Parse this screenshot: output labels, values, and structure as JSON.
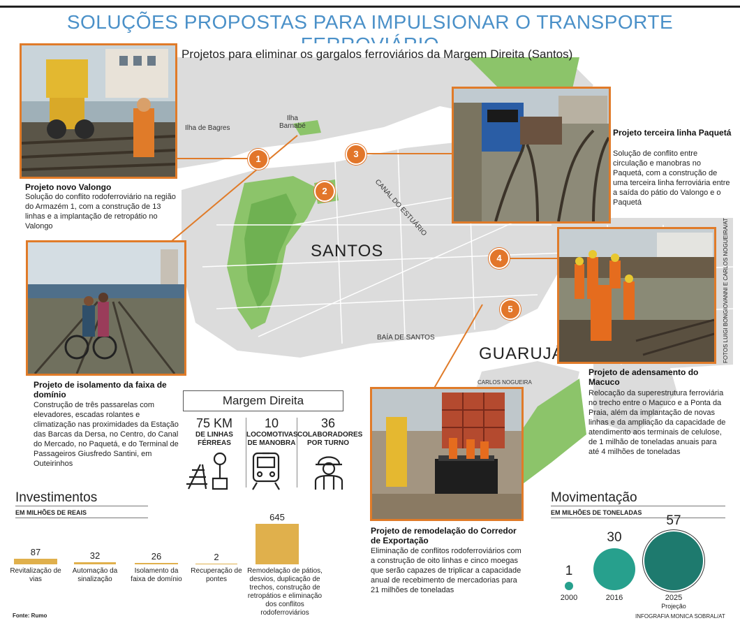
{
  "title": "SOLUÇÕES PROPOSTAS PARA IMPULSIONAR O TRANSPORTE FERROVIÁRIO",
  "map": {
    "subtitle": "Projetos para eliminar os gargalos ferroviários da Margem Direita (Santos)",
    "labels": {
      "ilha_bagres": "Ilha de Bagres",
      "ilha_barnabe": "Ilha\nBarnabé",
      "canal": "CANAL DO ESTUÁRIO",
      "santos": "SANTOS",
      "baia": "BAÍA DE SANTOS",
      "guaruja": "GUARUJÁ",
      "carlos": "CARLOS NOGUEIRA"
    },
    "colors": {
      "land": "#dcdcdc",
      "green": "#8cc46a",
      "water": "#ffffff",
      "accent": "#e2762a"
    }
  },
  "markers": [
    "1",
    "2",
    "3",
    "4",
    "5"
  ],
  "projects": {
    "p1": {
      "title": "Projeto novo Valongo",
      "desc": "Solução do conflito rodoferroviário na região do Armazém 1, com a construção de 13 linhas e a implantação de retropátio no Valongo"
    },
    "p2": {
      "title": "Projeto de isolamento da faixa de domínio",
      "desc": "Construção de três passarelas com elevadores, escadas rolantes e climatização nas proximidades da Estação das Barcas da Dersa, no Centro, do Canal do Mercado, no Paquetá, e do Terminal de Passageiros Giusfredo Santini, em Outeirinhos"
    },
    "p3": {
      "title": "Projeto terceira linha Paquetá",
      "desc": "Solução de conflito entre circulação e manobras no Paquetá, com a construção de uma terceira linha ferroviária entre a saída do pátio do Valongo e o Paquetá"
    },
    "p4": {
      "title": "Projeto de adensamento do Macuco",
      "desc": "Relocação da superestrutura ferroviária no trecho entre o Macuco e a Ponta da Praia, além da implantação de novas linhas e da ampliação da capacidade de atendimento aos terminais de celulose, de 1 milhão de toneladas anuais para até 4 milhões de toneladas"
    },
    "p5": {
      "title": "Projeto de remodelação do Corredor de Exportação",
      "desc": "Eliminação de conflitos rodoferroviários com a construção de oito linhas e cinco moegas que serão capazes de triplicar a capacidade anual de recebimento de mercadorias para 21 milhões de toneladas"
    }
  },
  "margem": {
    "title": "Margem Direita",
    "stats": [
      {
        "value": "75 KM",
        "label": "DE LINHAS\nFÉRREAS",
        "icon": "railway-sign-icon"
      },
      {
        "value": "10",
        "label": "LOCOMOTIVAS\nDE MANOBRA",
        "icon": "train-icon"
      },
      {
        "value": "36",
        "label": "COLABORADORES\nPOR TURNO",
        "icon": "worker-icon"
      }
    ]
  },
  "investimentos": {
    "title": "Investimentos",
    "subtitle": "EM MILHÕES DE REAIS",
    "source": "Fonte: Rumo",
    "max": 645,
    "bars": [
      {
        "value": 87,
        "label": "Revitalização de vias"
      },
      {
        "value": 32,
        "label": "Automação da sinalização"
      },
      {
        "value": 26,
        "label": "Isolamento da faixa de domínio"
      },
      {
        "value": 2,
        "label": "Recuperação de pontes"
      },
      {
        "value": 645,
        "label": "Remodelação de pátios, desvios, duplicação de trechos, construção de retropátios e eliminação dos conflitos rodoferroviários"
      }
    ]
  },
  "movimentacao": {
    "title": "Movimentação",
    "subtitle": "EM MILHÕES DE TONELADAS",
    "max": 57,
    "items": [
      {
        "value": 1,
        "year": "2000",
        "note": ""
      },
      {
        "value": 30,
        "year": "2016",
        "note": ""
      },
      {
        "value": 57,
        "year": "2025",
        "note": "Projeção"
      }
    ]
  },
  "credits": {
    "infografia": "INFOGRAFIA MONICA SOBRAL/AT",
    "fotos": "FOTOS LUIGI BONGIOVANNI E CARLOS NOGUEIRA/AT"
  }
}
